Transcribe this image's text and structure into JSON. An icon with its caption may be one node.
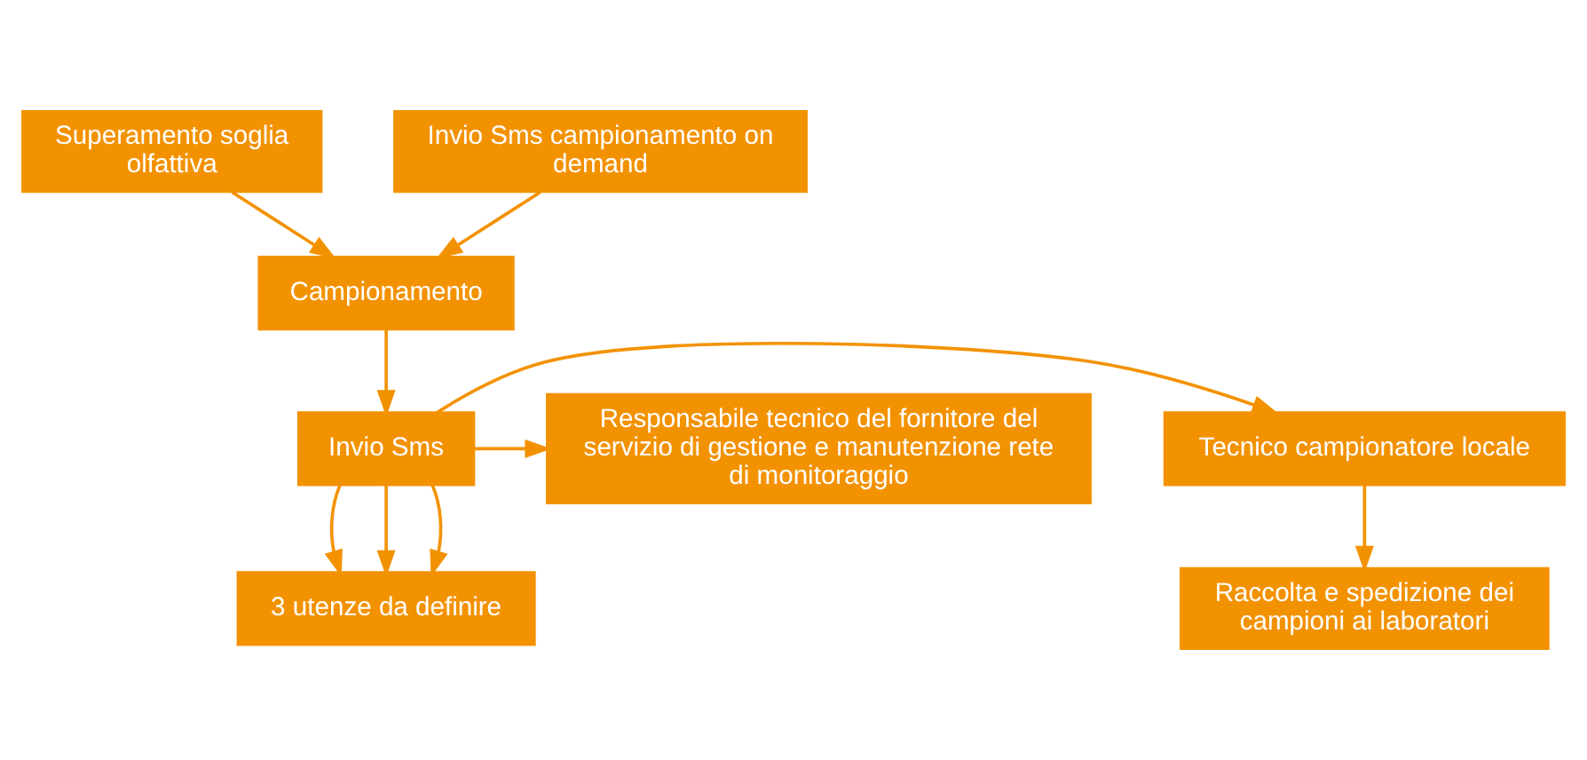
{
  "diagram": {
    "nodes": [
      {
        "text": [
          "Superamento soglia olfattiva"
        ]
      },
      {
        "text": [
          "Invio Sms campionamento on demand"
        ]
      },
      {
        "text": [
          "Campionamento"
        ]
      },
      {
        "text": [
          "Tecnico campionatore locale"
        ]
      },
      {
        "text": [
          "Invio Sms"
        ]
      },
      {
        "text": [
          "Responsabile tecnico del fornitore del servizio di gestione e manutenzione rete di monitoraggio"
        ]
      },
      {
        "text": [
          "Raccolta e spedizione dei campioni ai laboratori"
        ]
      },
      {
        "text": [
          "3 utenze da definire"
        ]
      }
    ],
    "edges": [
      {
        "from": 0,
        "to": 2,
        "arrow": "to"
      },
      {
        "from": 1,
        "to": 2,
        "arrow": "to"
      },
      {
        "from": 2,
        "to": 4,
        "arrow": "to"
      },
      {
        "from": 4,
        "to": 3,
        "arrow": "to"
      },
      {
        "from": 4,
        "to": 5,
        "arrow": "to"
      },
      {
        "from": 3,
        "to": 6,
        "arrow": "to"
      },
      {
        "from": 4,
        "to": 7,
        "arrow": "to"
      },
      {
        "from": 4,
        "to": 7,
        "arrow": "to"
      },
      {
        "from": 4,
        "to": 7,
        "arrow": "to"
      }
    ]
  }
}
